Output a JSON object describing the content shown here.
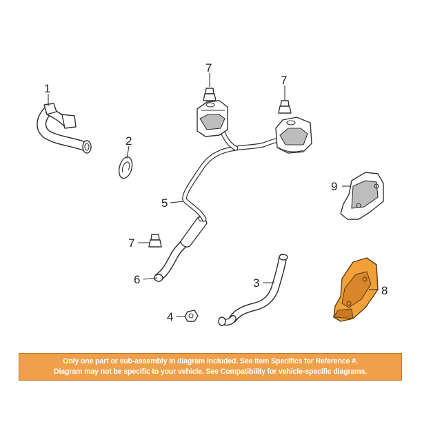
{
  "callouts": {
    "c1": "1",
    "c2": "2",
    "c3": "3",
    "c4": "4",
    "c5": "5",
    "c6": "6",
    "c7a": "7",
    "c7b": "7",
    "c7c": "7",
    "c8": "8",
    "c9": "9"
  },
  "notice": {
    "line1": "Only one part or sub-assembly in diagram included. See Item Specifics for Reference #.",
    "line2": "Diagram may not be specific to your vehicle. See Compatibility for vehicle-specific diagrams."
  },
  "colors": {
    "highlight": "#f2a03a",
    "banner": "#f0a04a",
    "line": "#333333"
  }
}
